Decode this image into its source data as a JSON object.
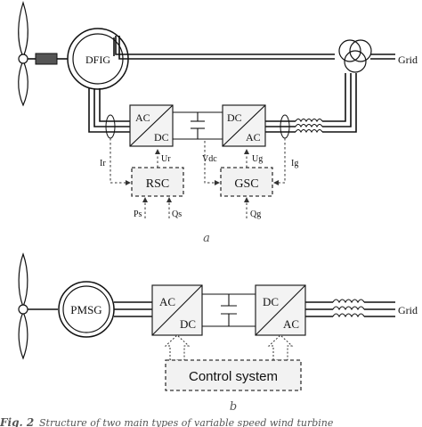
{
  "figure_a": {
    "generator": "DFIG",
    "converter_left_top": "AC",
    "converter_left_bottom": "DC",
    "converter_right_top": "DC",
    "converter_right_bottom": "AC",
    "grid": "Grid",
    "controller_rotor": "RSC",
    "controller_grid": "GSC",
    "signals": {
      "ir": "Ir",
      "ur": "Ur",
      "vdc": "Vdc",
      "ug": "Ug",
      "ig": "Ig",
      "ps": "Ps",
      "qs": "Qs",
      "qg": "Qg"
    },
    "sublabel": "a"
  },
  "figure_b": {
    "generator": "PMSG",
    "converter_left_top": "AC",
    "converter_left_bottom": "DC",
    "converter_right_top": "DC",
    "converter_right_bottom": "AC",
    "grid": "Grid",
    "control": "Control system",
    "sublabel": "b"
  },
  "caption": {
    "prefix": "Fig. 2",
    "text": "Structure of two main types of variable speed wind turbine"
  }
}
